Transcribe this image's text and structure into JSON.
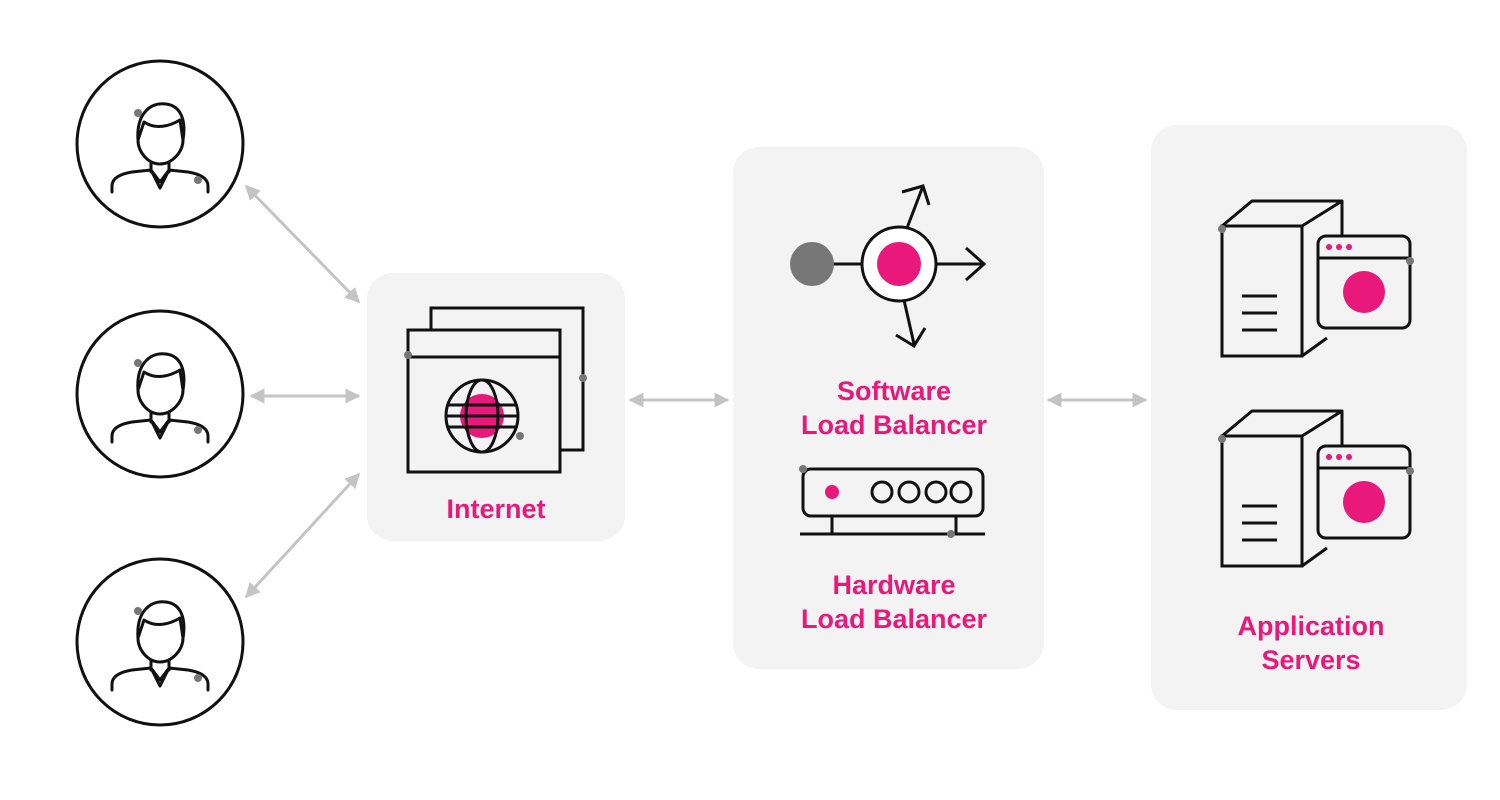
{
  "colors": {
    "accent": "#e8197a",
    "panel": "#f3f3f3",
    "stroke": "#111111",
    "connector": "#c4c4c4",
    "dot": "#777777"
  },
  "nodes": {
    "internet": {
      "label": "Internet"
    },
    "software_lb": {
      "line1": "Software",
      "line2": "Load Balancer"
    },
    "hardware_lb": {
      "line1": "Hardware",
      "line2": "Load Balancer"
    },
    "app_servers": {
      "line1": "Application",
      "line2": "Servers"
    }
  },
  "users": [
    {
      "icon": "user-icon"
    },
    {
      "icon": "user-icon"
    },
    {
      "icon": "user-icon"
    }
  ],
  "connections": [
    {
      "from": "user-1",
      "to": "internet",
      "bidirectional": true
    },
    {
      "from": "user-2",
      "to": "internet",
      "bidirectional": true
    },
    {
      "from": "user-3",
      "to": "internet",
      "bidirectional": true
    },
    {
      "from": "internet",
      "to": "load-balancers",
      "bidirectional": true
    },
    {
      "from": "load-balancers",
      "to": "app_servers",
      "bidirectional": true
    }
  ]
}
